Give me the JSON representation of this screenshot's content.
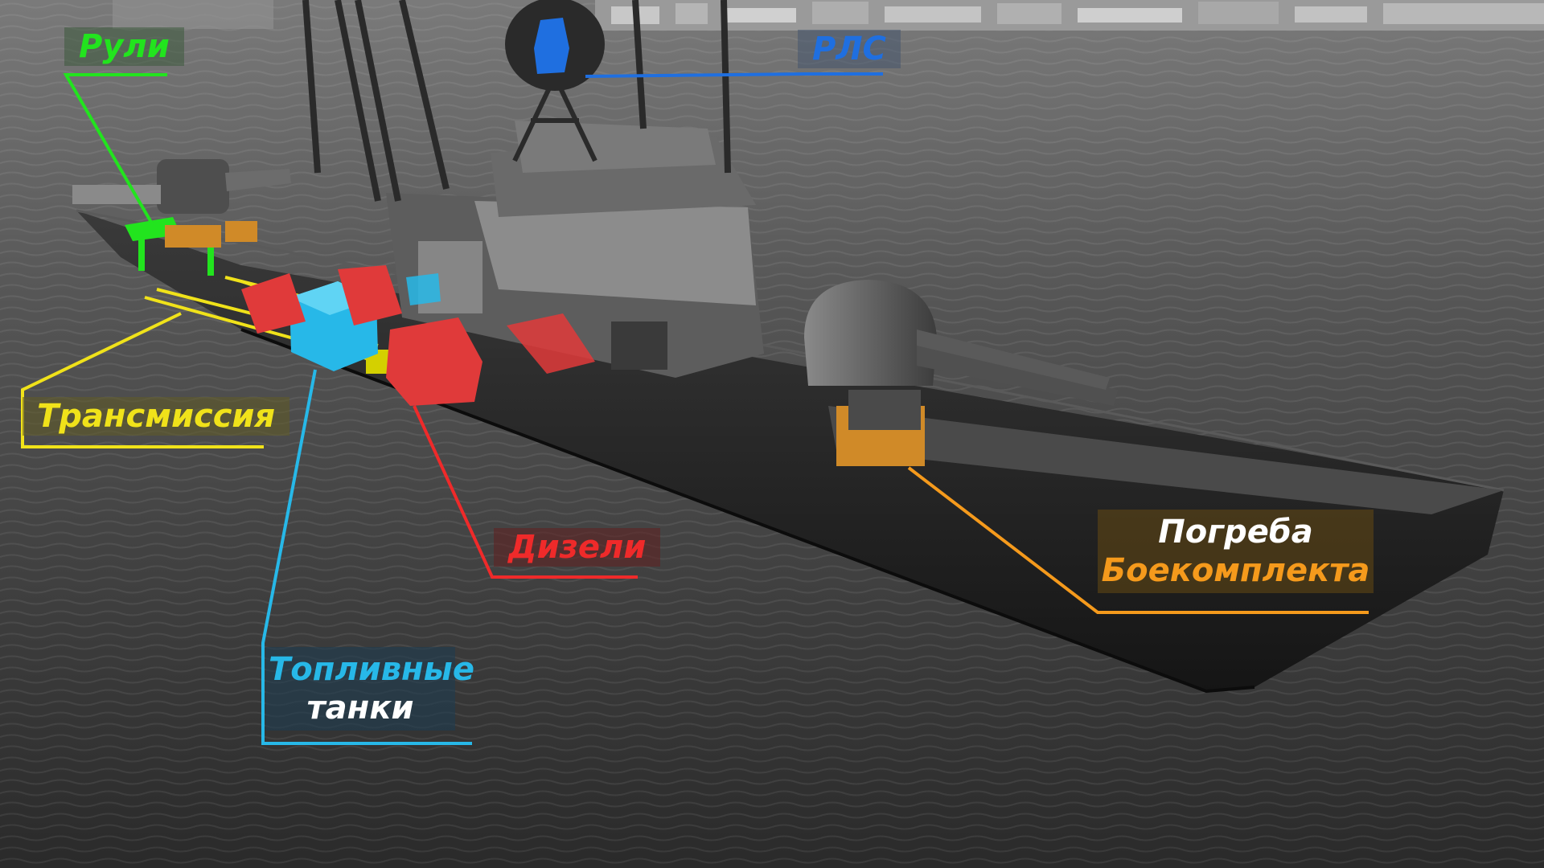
{
  "labels": {
    "rudders": "Рули",
    "radar": "РЛС",
    "transmission": "Трансмиссия",
    "diesels": "Дизели",
    "fuel_tanks": [
      "Топливные",
      "танки"
    ],
    "ammo_magazine": [
      "Погреба",
      "Боекомплекта"
    ]
  },
  "colors": {
    "rudders": "#22e41e",
    "radar": "#1f6fe0",
    "transmission": "#f0e21a",
    "diesels": "#ef2a2a",
    "fuel_tanks": "#27b8e8",
    "ammo_magazine": "#f59a1c",
    "fuel_tanks_second_line": "#ffffff",
    "ammo_magazine_first_line": "#ffffff"
  }
}
